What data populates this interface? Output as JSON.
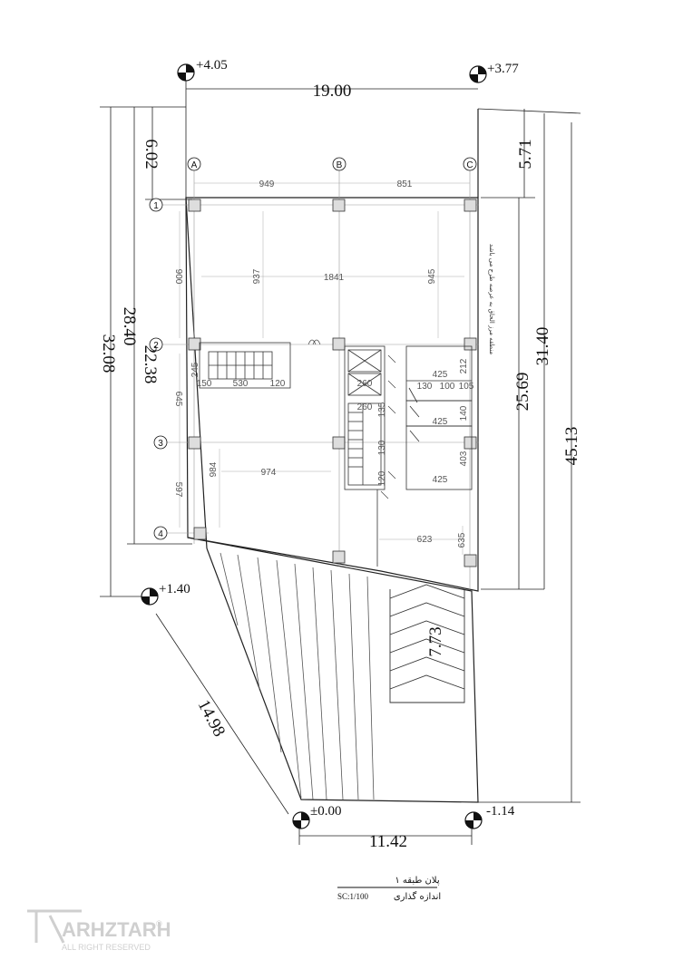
{
  "levels": {
    "top_left": "+4.05",
    "top_right": "+3.77",
    "left": "+1.40",
    "bottom_left": "±0.00",
    "bottom_right": "-1.14"
  },
  "dimensions": {
    "top_width": "19.00",
    "bottom_width": "11.42",
    "slant_edge": "14.98",
    "left_outer": "32.08",
    "left_mid": "28.40",
    "left_inner": "22.38",
    "left_top": "6.02",
    "right_top": "5.71",
    "right_inner": "25.69",
    "right_mid": "31.40",
    "right_outer": "45.13",
    "ramp": "7.73"
  },
  "small_dims": {
    "a_b": "949",
    "b_c": "851",
    "span_1841": "1841",
    "v_937": "937",
    "v_945": "945",
    "v_900": "900",
    "h_974": "974",
    "v_984": "984",
    "v_645": "645",
    "v_597": "597",
    "v_245": "245",
    "stair_150": "150",
    "stair_530": "530",
    "stair_120": "120",
    "top_425": "425",
    "v_212": "212",
    "row_130": "130",
    "row_100": "100",
    "row_105": "105",
    "mid_425": "425",
    "v_140": "140",
    "v_403": "403",
    "bot_425": "425",
    "h_623": "623",
    "v_635": "635",
    "lift_260": "260",
    "lift_260b": "260",
    "v_135": "135",
    "v_130": "130",
    "v_120": "120"
  },
  "grid_labels": {
    "col_a": "A",
    "col_b": "B",
    "col_c": "C",
    "row_1": "1",
    "row_2": "2",
    "row_3": "3",
    "row_4": "4"
  },
  "note_text": "منطقه مرز الحاق به عرصه طرح می باشد",
  "title": {
    "name": "پلان طبقه ۱",
    "subtitle": "اندازه گذاری",
    "scale": "SC:1/100"
  },
  "brand": {
    "name": "ARHZTARH",
    "tagline": "ALL RIGHT RESERVED",
    "mark": "®"
  }
}
